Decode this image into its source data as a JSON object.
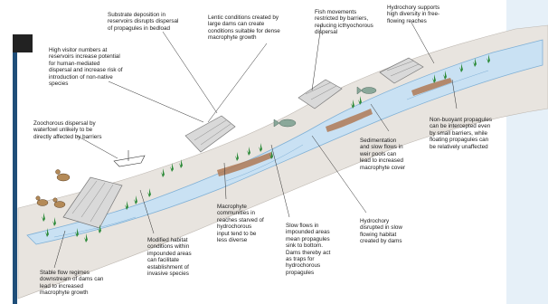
{
  "labels": {
    "substrate": "Substrate deposition in\nreservoirs disrupts dispersal\nof propagules in bedload",
    "lentic": "Lentic conditions created by\nlarge dams can create\nconditions suitable for dense\nmacrophyte growth",
    "fish": "Fish movements\nrestricted by barriers,\nreducing icthyochorous\ndispersal",
    "hydro_high": "Hydrochory supports\nhigh diversity in free-\nflowing reaches",
    "visitors": "High visitor numbers at\nreservoirs increase potential\nfor human-mediated\ndispersal and increase risk of\nintroduction of non-native\nspecies",
    "zoochorous": "Zoochorous dispersal by\nwaterfowl unlikely to be\ndirectly affected by barriers",
    "nonbuoyant": "Non-buoyant propagules\ncan be intercepted even\nby small barriers, while\nfloating propagules can\nbe relatively unaffected",
    "sedimentation": "Sedimentation\nand slow flows in\nweir pools can\nlead to increased\nmacrophyte cover",
    "macrophyte_comm": "Macrophyte\ncommunities in\nreaches starved of\nhydrochorous\ninput tend to be\nless diverse",
    "slow_flows": "Slow flows in\nimpounded areas\nmean propagules\nsink to bottom.\nDams thereby act\nas traps for\nhydrochorous\npropagules",
    "hydro_disrupted": "Hydrochory\ndisrupted in slow\nflowing habitat\ncreated by dams",
    "modified": "Modified habitat\nconditions within\nimpounded areas\ncan facilitate\nestablishment of\ninvasive species",
    "stable": "Stable flow regimes\ndownstream of dams can\nlead to increased\nmacrophyte growth"
  },
  "colors": {
    "water": "#c9e1f3",
    "water_edge": "#7fb0d6",
    "bank": "#e8e4df",
    "sediment": "#b07a56",
    "plant": "#2e8b3a",
    "dam": "#d9d9d9",
    "frame_left": "#1f4e79",
    "bg_right": "#e6f0f8",
    "leader": "#2b2b2b"
  }
}
